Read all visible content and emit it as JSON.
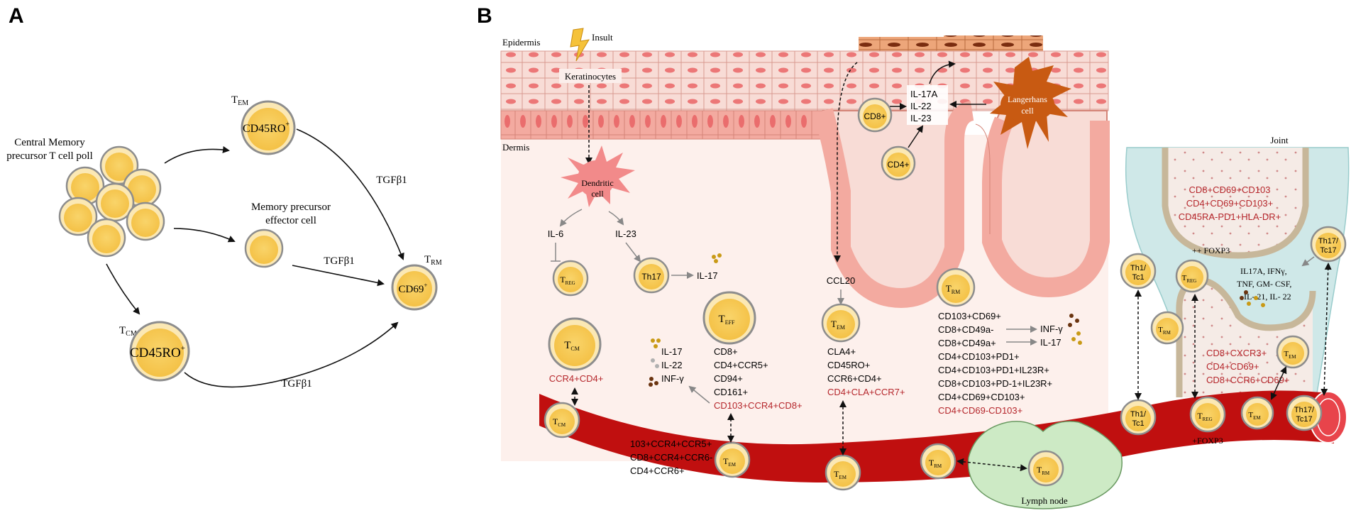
{
  "panelA": {
    "label": "A",
    "central_memory_line1": "Central Memory",
    "central_memory_line2": "precursor T cell poll",
    "tem_label": "T",
    "tem_sub": "EM",
    "tem_marker": "CD45RO",
    "tem_sup": "+",
    "mpe_line1": "Memory precursor",
    "mpe_line2": "effector cell",
    "tcm_label": "T",
    "tcm_sub": "CM",
    "tcm_marker": "CD45RO",
    "tcm_sup": "+",
    "trm_label": "T",
    "trm_sub": "RM",
    "trm_marker": "CD69",
    "trm_sup": "+",
    "tgfb1": "TGFβ1"
  },
  "panelB": {
    "label": "B",
    "epidermis": "Epidermis",
    "dermis": "Dermis",
    "insult": "Insult",
    "keratinocytes": "Keratinocytes",
    "dendritic_line1": "Dendritic",
    "dendritic_line2": "cell",
    "il6": "IL-6",
    "il23": "IL-23",
    "t": "T",
    "reg": "REG",
    "th17": "Th17",
    "il17": "IL-17",
    "cm": "CM",
    "eff": "EFF",
    "em": "EM",
    "rm": "RM",
    "tcm_marker": "CCR4+CD4+",
    "cyto_list": [
      "IL-17",
      "IL-22",
      "INF-γ"
    ],
    "teff_markers": [
      "CD8+",
      "CD4+CCR5+",
      "CD94+",
      "CD161+"
    ],
    "teff_red": "CD103+CCR4+CD8+",
    "blood_markers": [
      "103+CCR4+CCR5+",
      "CD8+CCR4+CCR6-",
      "CD4+CCR6+"
    ],
    "cd8": "CD8+",
    "cd4": "CD4+",
    "lc_cytokines": [
      "IL-17A",
      "IL-22",
      "IL-23"
    ],
    "langerhans_line1": "Langerhans",
    "langerhans_line2": "cell",
    "ccl20": "CCL20",
    "tem_markers": [
      "CLA4+",
      "CD45RO+",
      "CCR6+CD4+"
    ],
    "tem_red": "CD4+CLA+CCR7+",
    "trm_markers": [
      "CD103+CD69+",
      "CD8+CD49a-",
      "CD8+CD49a+",
      "CD4+CD103+PD1+",
      "CD4+CD103+PD1+IL23R+",
      "CD8+CD103+PD-1+IL23R+",
      "CD4+CD69+CD103+"
    ],
    "trm_red": "CD4+CD69-CD103+",
    "inf_g": "INF-γ",
    "il17b": "IL-17",
    "lymph_node": "Lymph node",
    "joint": "Joint",
    "joint_markers_top": [
      "CD8+CD69+CD103",
      "CD4+CD69+CD103+",
      "CD45RA-PD1+HLA-DR+"
    ],
    "joint_markers_bottom": [
      "CD8+CXCR3+",
      "CD4+CD69+",
      "CD8+CCR6+CD69+"
    ],
    "foxp3_pp": "++ FOXP3",
    "foxp3_p": "+FOXP3",
    "th1_line1": "Th1/",
    "th1_line2": "Tc1",
    "th17_line1": "Th17/",
    "th17_line2": "Tc17",
    "joint_cytokines": [
      "IL17A, IFNγ,",
      "TNF, GM- CSF,",
      "IL- 21, IL- 22"
    ]
  },
  "colors": {
    "cell_fill": "#f7cd58",
    "cell_ring": "#fbe8b4",
    "vessel": "#c00f0f",
    "skin": "#f3b8ae",
    "dermis_bg": "#fdf0ec",
    "lymph": "#cdeac5",
    "joint": "#cfe8e8",
    "langerhans": "#c85a12",
    "marker_red": "#b5262b"
  }
}
